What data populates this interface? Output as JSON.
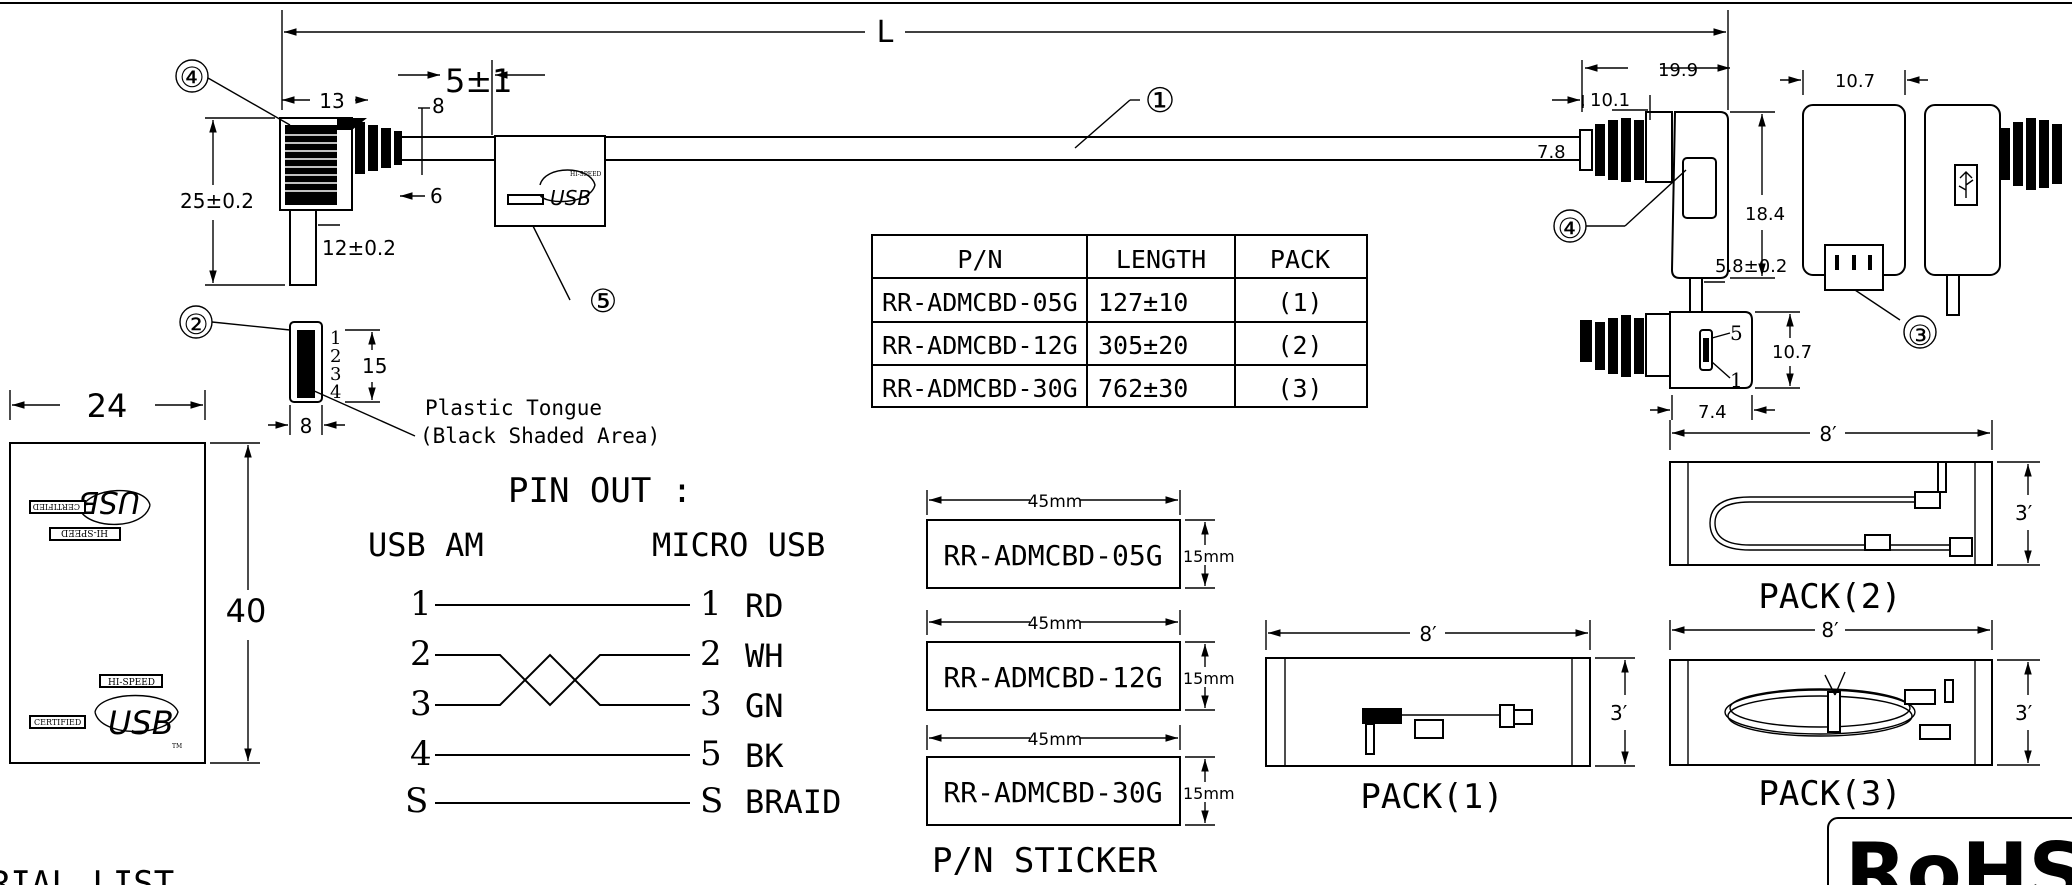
{
  "top_dimension": {
    "length": "L",
    "offset": "5±1"
  },
  "left_connector": {
    "dims": {
      "width": "13",
      "cable_a": "8",
      "cable_b": "6",
      "height": "25±0.2",
      "stem": "12±0.2"
    }
  },
  "usb_a_face": {
    "pins": [
      "1",
      "2",
      "3",
      "4"
    ],
    "dims": {
      "height": "15",
      "width": "8"
    },
    "note_line1": "Plastic Tongue",
    "note_line2": "(Black Shaded Area)"
  },
  "right_connector": {
    "dims": {
      "total": "19.9",
      "depth": "10.1",
      "cable": "7.8",
      "height": "18.4",
      "stem": "5.8±0.2",
      "side_width": "10.7",
      "face_height": "10.7",
      "face_width": "7.4"
    },
    "face_pins": [
      "5",
      "1"
    ]
  },
  "callouts": {
    "c1": "①",
    "c2": "②",
    "c3": "③",
    "c4a": "④",
    "c4b": "④",
    "c5": "⑤"
  },
  "logo": {
    "usb": "USB",
    "hi_speed": "HI-SPEED",
    "certified": "CERTIFIED",
    "tm": "TM"
  },
  "logo_panel": {
    "width": "24",
    "height": "40"
  },
  "table": {
    "headers": [
      "P/N",
      "LENGTH",
      "PACK"
    ],
    "rows": [
      {
        "pn": "RR-ADMCBD-05G",
        "length": "127±10",
        "pack": "(1)"
      },
      {
        "pn": "RR-ADMCBD-12G",
        "length": "305±20",
        "pack": "(2)"
      },
      {
        "pn": "RR-ADMCBD-30G",
        "length": "762±30",
        "pack": "(3)"
      }
    ]
  },
  "pinout": {
    "title": "PIN OUT :",
    "left_header": "USB AM",
    "right_header": "MICRO USB",
    "left_pins": [
      "1",
      "2",
      "3",
      "4",
      "S"
    ],
    "right_pins": [
      "1",
      "2",
      "3",
      "5",
      "S"
    ],
    "colors": [
      "RD",
      "WH",
      "GN",
      "BK",
      "BRAID"
    ]
  },
  "stickers": {
    "width_label": "45mm",
    "height_label": "15mm",
    "labels": [
      "RR-ADMCBD-05G",
      "RR-ADMCBD-12G",
      "RR-ADMCBD-30G"
    ],
    "caption": "P/N STICKER"
  },
  "packs": [
    {
      "caption": "PACK(1)",
      "width": "8′",
      "height": "3′"
    },
    {
      "caption": "PACK(2)",
      "width": "8′",
      "height": "3′"
    },
    {
      "caption": "PACK(3)",
      "width": "8′",
      "height": "3′"
    }
  ],
  "material_list": "RIAL LIST",
  "rohs": "RoHS"
}
